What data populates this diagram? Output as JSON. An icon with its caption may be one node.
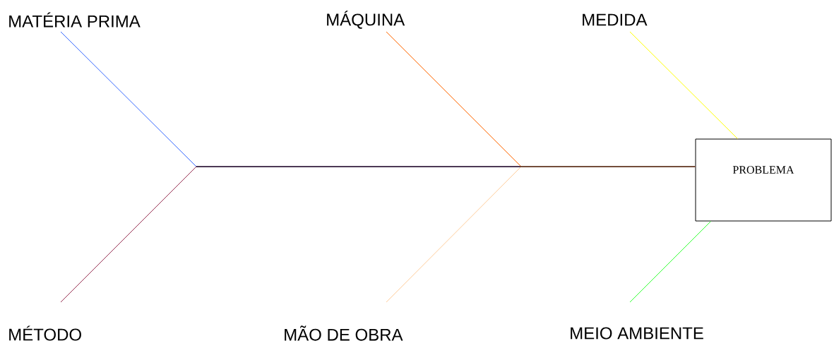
{
  "diagram": {
    "nodes": [
      {
        "text": [
          "MATÉRIA PRIMA"
        ]
      },
      {
        "text": [
          "MÁQUINA"
        ]
      },
      {
        "text": [
          "MEDIDA"
        ]
      },
      {
        "text": [
          "PROBLEMA"
        ]
      },
      {
        "text": [
          "MÉTODO"
        ]
      },
      {
        "text": [
          "MÃO DE OBRA"
        ]
      },
      {
        "text": [
          "MEIO AMBIENTE"
        ]
      }
    ],
    "edges": [
      {
        "from": 0,
        "to": 3,
        "arrow": "none",
        "color": "#3366ff"
      },
      {
        "from": 4,
        "to": 3,
        "arrow": "none",
        "color": "#993355"
      },
      {
        "from": 1,
        "to": 3,
        "arrow": "none",
        "color": "#ff6600"
      },
      {
        "from": 5,
        "to": 3,
        "arrow": "none",
        "color": "#ffcc99"
      },
      {
        "from": 2,
        "to": 3,
        "arrow": "none",
        "color": "#ffff00"
      },
      {
        "from": 6,
        "to": 3,
        "arrow": "none",
        "color": "#33ff33"
      }
    ]
  }
}
